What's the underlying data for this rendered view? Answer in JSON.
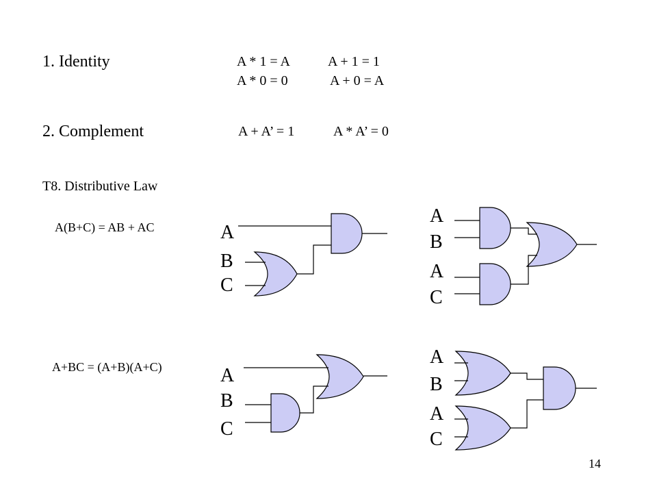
{
  "identity": {
    "title": "1. Identity",
    "eq1": "A * 1 = A",
    "eq2": "A + 1 = 1",
    "eq3": "A * 0 = 0",
    "eq4": "A + 0 = A"
  },
  "complement": {
    "title": "2. Complement",
    "eq1": "A + A’ = 1",
    "eq2": "A * A’ = 0"
  },
  "distributive": {
    "title": "T8. Distributive Law",
    "law1": "A(B+C) = AB + AC",
    "law2": "A+BC = (A+B)(A+C)",
    "labels": {
      "d1": [
        "A",
        "B",
        "C"
      ],
      "d2": [
        "A",
        "B",
        "A",
        "C"
      ],
      "d3": [
        "A",
        "B",
        "C"
      ],
      "d4": [
        "A",
        "B",
        "A",
        "C"
      ]
    }
  },
  "page_number": "14"
}
